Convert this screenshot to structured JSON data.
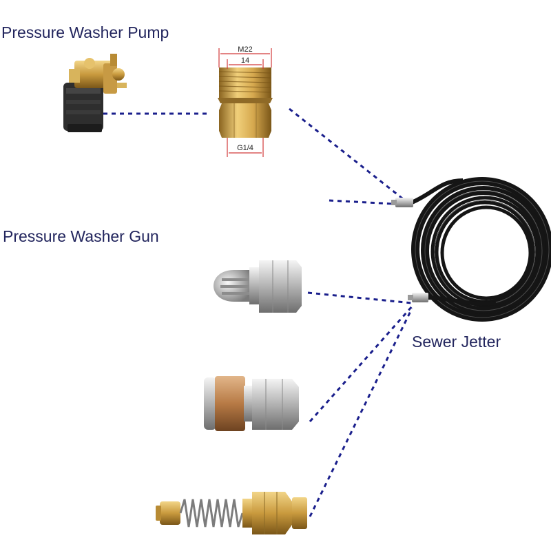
{
  "labels": {
    "pump": "Pressure Washer Pump",
    "gun": "Pressure Washer Gun",
    "jetter": "Sewer Jetter"
  },
  "fitting_dimensions": {
    "top": "M22",
    "inner": "14",
    "bottom": "G1/4"
  },
  "colors": {
    "text": "#23265e",
    "connector": "#1a1f8c",
    "dimension_line": "#d23a3a",
    "brass": "#c9a04a",
    "steel": "#c8c8c8",
    "hose": "#151515"
  }
}
